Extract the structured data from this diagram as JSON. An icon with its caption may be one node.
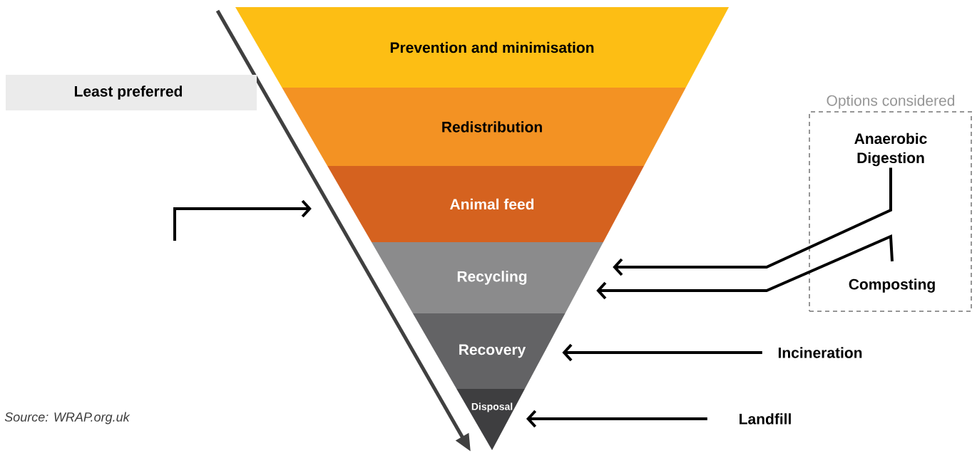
{
  "diagram": {
    "nodes": [
      {
        "text": [
          "Prevention and minimisation"
        ]
      },
      {
        "text": [
          "Redistribution"
        ]
      },
      {
        "text": [
          "Animal feed"
        ]
      },
      {
        "text": [
          "Recycling"
        ]
      },
      {
        "text": [
          "Recovery"
        ]
      },
      {
        "text": [
          "Disposal"
        ]
      },
      {
        "text": [
          "Least preferred"
        ]
      },
      {
        "text": [
          "Options considered"
        ]
      },
      {
        "text": [
          "Anaerobic Digestion"
        ],
        "in": 7
      },
      {
        "text": [
          "Composting"
        ],
        "in": 7
      },
      {
        "text": [
          "Incineration"
        ]
      },
      {
        "text": [
          "Landfill"
        ]
      }
    ],
    "edges": [
      {
        "from": null,
        "to": 2,
        "arrow": "to"
      },
      {
        "from": 8,
        "to": 3,
        "arrow": "to"
      },
      {
        "from": 9,
        "to": 3,
        "arrow": "to"
      },
      {
        "from": 10,
        "to": 4,
        "arrow": "to"
      },
      {
        "from": 11,
        "to": 5,
        "arrow": "to"
      }
    ],
    "labels": [
      "Source: WRAP.org.uk"
    ]
  }
}
